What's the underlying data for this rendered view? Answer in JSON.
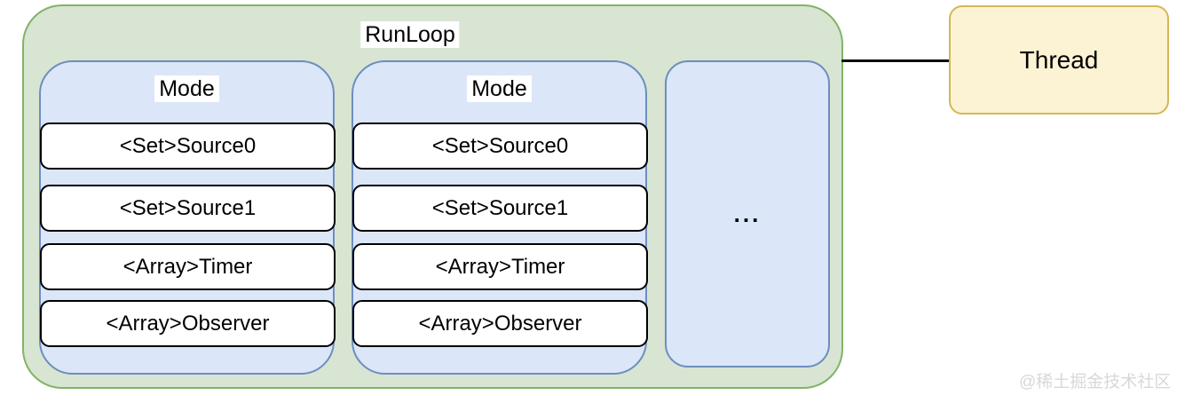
{
  "diagram": {
    "runloop_label": "RunLoop",
    "modes": [
      {
        "label": "Mode",
        "items": [
          "<Set>Source0",
          "<Set>Source1",
          "<Array>Timer",
          "<Array>Observer"
        ]
      },
      {
        "label": "Mode",
        "items": [
          "<Set>Source0",
          "<Set>Source1",
          "<Array>Timer",
          "<Array>Observer"
        ]
      }
    ],
    "ellipsis": "...",
    "thread_label": "Thread",
    "watermark": "@稀土掘金技术社区",
    "colors": {
      "runloop_fill": "#d8e5d2",
      "runloop_border": "#82b366",
      "mode_fill": "#dbe6f8",
      "mode_border": "#6c8ebf",
      "item_fill": "#ffffff",
      "item_border": "#000000",
      "thread_fill": "#fcf3d4",
      "thread_border": "#d6b656",
      "connector": "#0d0d0d",
      "watermark_text": "#d8d8d8"
    }
  }
}
